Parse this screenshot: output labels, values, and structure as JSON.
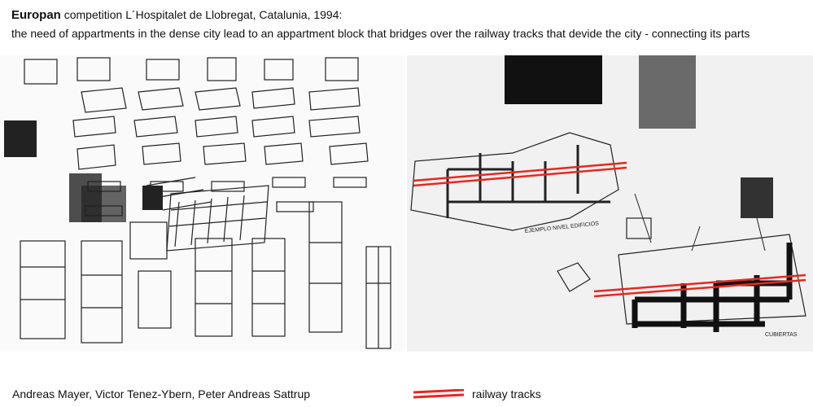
{
  "header": {
    "bold": "Europan",
    "line1": " competition L´Hospitalet de Llobregat, Catalunia, 1994:",
    "line2": "the need of appartments in the dense city lead to an appartment block that bridges over the railway tracks that devide the city - connecting its parts"
  },
  "drawings": {
    "right_label_1": "EJEMPLO NIVEL EDIFICIOS",
    "right_label_2": "CUBIERTAS"
  },
  "footer": {
    "authors": "Andreas Mayer, Victor Tenez-Ybern, Peter Andreas Sattrup",
    "legend_label": "railway tracks"
  },
  "colors": {
    "track": "#e8281e"
  }
}
